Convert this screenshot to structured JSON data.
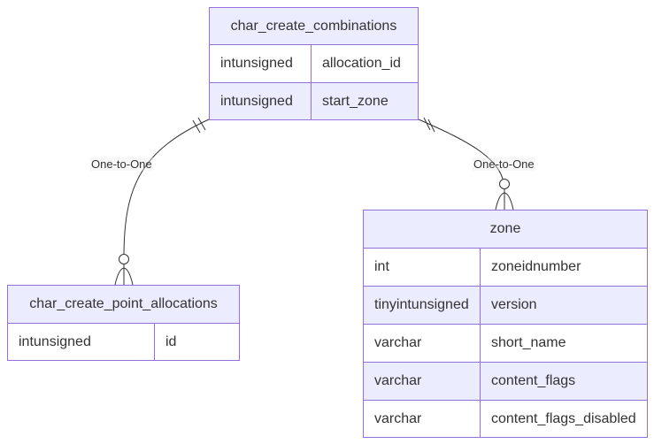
{
  "diagram": {
    "entities": {
      "combinations": {
        "name": "char_create_combinations",
        "rows": [
          {
            "type": "intunsigned",
            "name": "allocation_id"
          },
          {
            "type": "intunsigned",
            "name": "start_zone"
          }
        ]
      },
      "allocations": {
        "name": "char_create_point_allocations",
        "rows": [
          {
            "type": "intunsigned",
            "name": "id"
          }
        ]
      },
      "zone": {
        "name": "zone",
        "rows": [
          {
            "type": "int",
            "name": "zoneidnumber"
          },
          {
            "type": "tinyintunsigned",
            "name": "version"
          },
          {
            "type": "varchar",
            "name": "short_name"
          },
          {
            "type": "varchar",
            "name": "content_flags"
          },
          {
            "type": "varchar",
            "name": "content_flags_disabled"
          }
        ]
      }
    },
    "relationships": [
      {
        "label": "One-to-One",
        "from": "char_create_combinations",
        "to": "char_create_point_allocations"
      },
      {
        "label": "One-to-One",
        "from": "char_create_combinations",
        "to": "zone"
      }
    ],
    "colors": {
      "border": "#9370db",
      "header_fill": "#ececff",
      "row_fill_alt": "#ececff",
      "row_fill": "#ffffff",
      "line": "#333333",
      "text": "#333333"
    }
  }
}
